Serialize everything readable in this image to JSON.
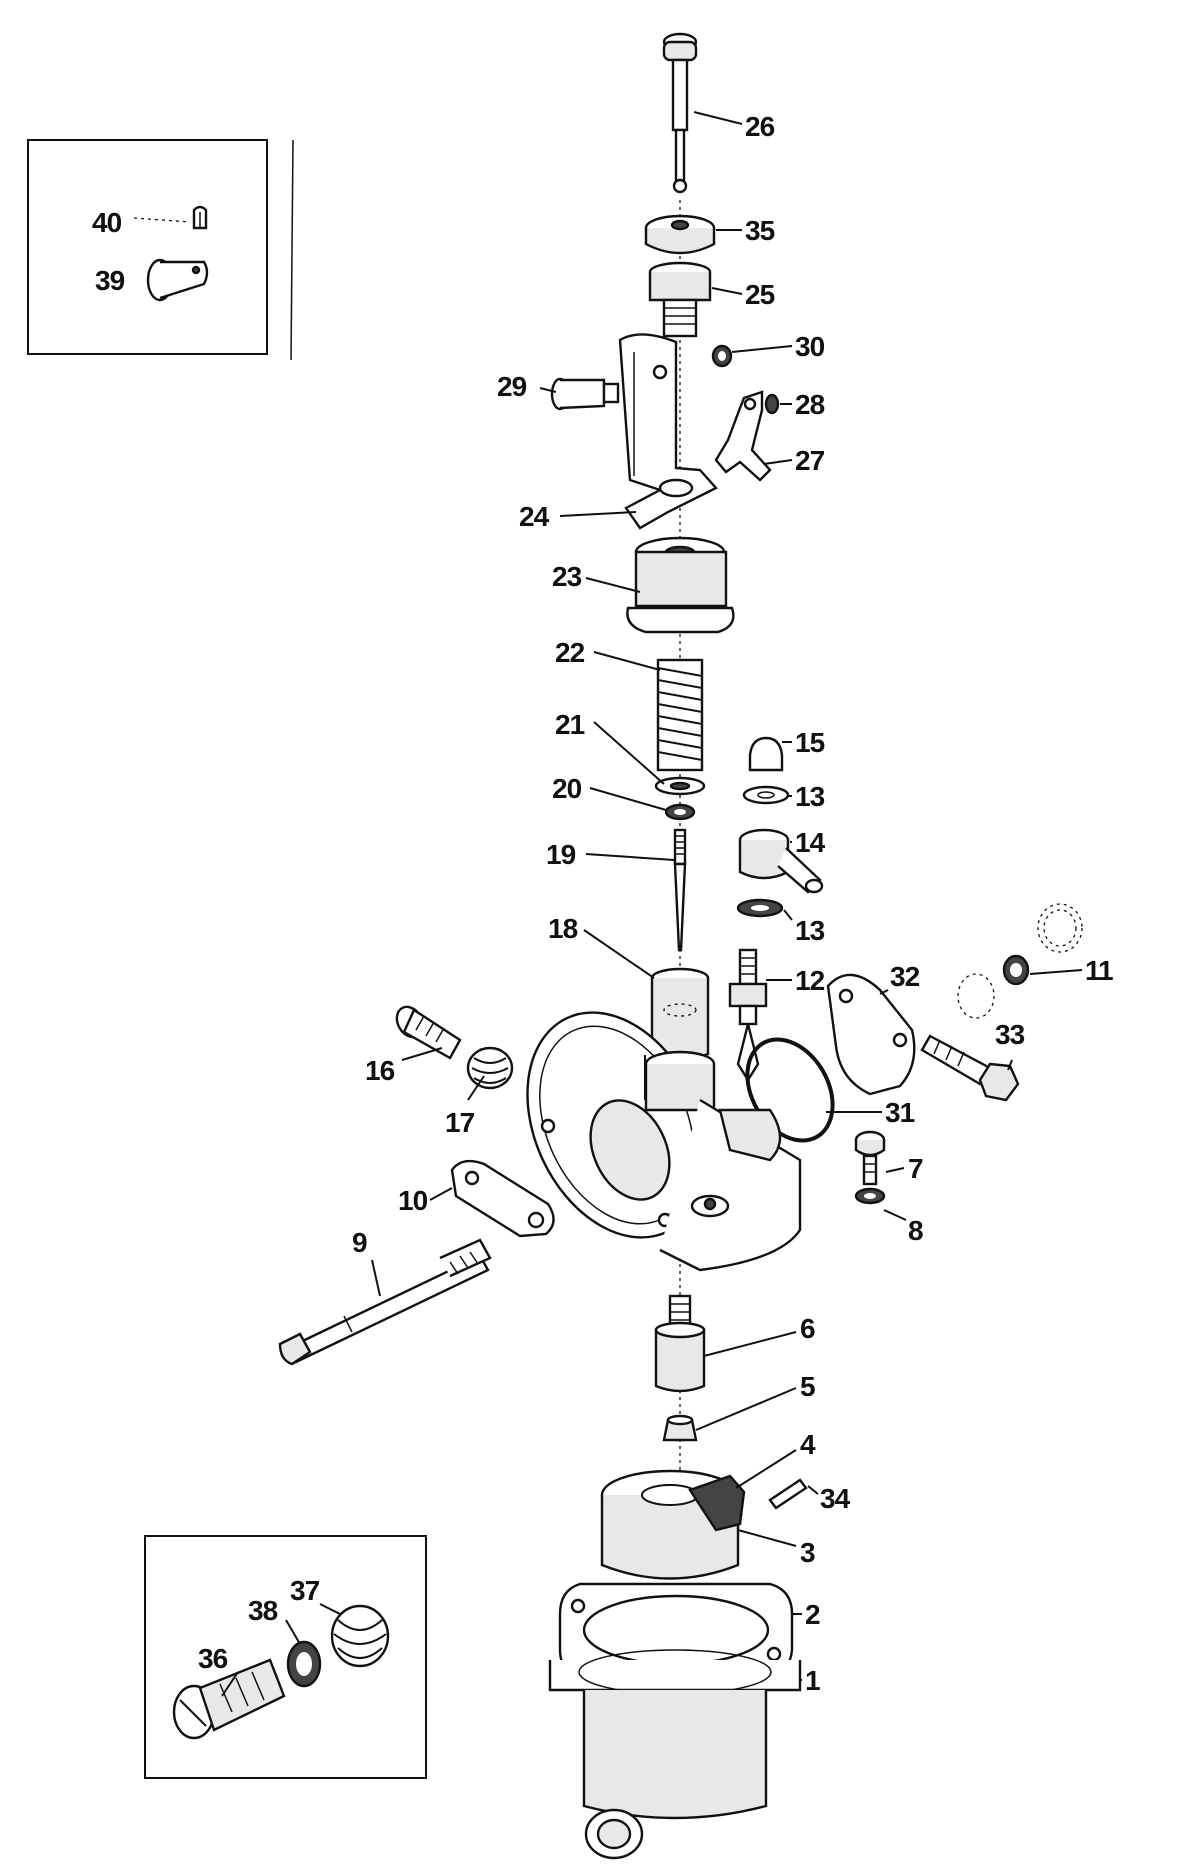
{
  "labels": {
    "p1": "1",
    "p2": "2",
    "p3": "3",
    "p4": "4",
    "p5": "5",
    "p6": "6",
    "p7": "7",
    "p8": "8",
    "p9": "9",
    "p10": "10",
    "p11": "11",
    "p12": "12",
    "p13a": "13",
    "p13b": "13",
    "p14": "14",
    "p15": "15",
    "p16": "16",
    "p17": "17",
    "p18": "18",
    "p19": "19",
    "p20": "20",
    "p21": "21",
    "p22": "22",
    "p23": "23",
    "p24": "24",
    "p25": "25",
    "p26": "26",
    "p27": "27",
    "p28": "28",
    "p29": "29",
    "p30": "30",
    "p31": "31",
    "p32": "32",
    "p33": "33",
    "p34": "34",
    "p35": "35",
    "p36": "36",
    "p37": "37",
    "p38": "38",
    "p39": "39",
    "p40": "40"
  }
}
